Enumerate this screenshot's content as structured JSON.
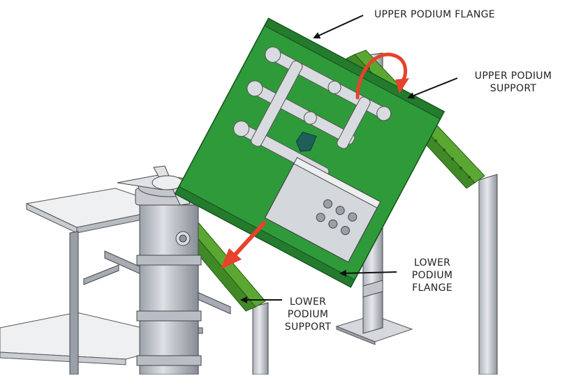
{
  "callouts": {
    "upper_podium_flange": "UPPER PODIUM FLANGE",
    "upper_podium_support": [
      "UPPER PODIUM",
      "SUPPORT"
    ],
    "lower_podium_flange": [
      "LOWER",
      "PODIUM",
      "FLANGE"
    ],
    "lower_podium_support": [
      "LOWER",
      "PODIUM",
      "SUPPORT"
    ]
  },
  "colors": {
    "panel_green": "#2f9a3a",
    "support_green": "#5aa832",
    "arrow_red": "#e8412c",
    "metal_gray": "#c9cdd3",
    "metal_dark": "#6c727b",
    "callout_text": "#222222"
  }
}
